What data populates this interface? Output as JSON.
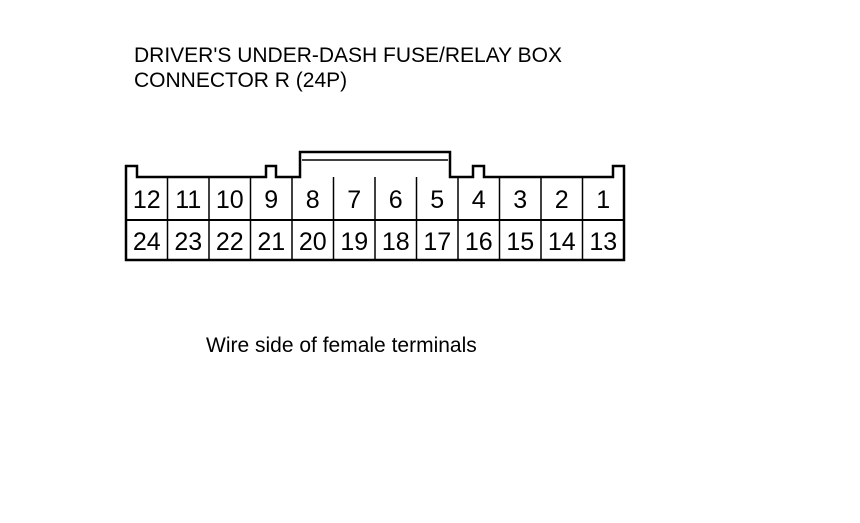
{
  "title": {
    "line1": "DRIVER'S UNDER-DASH FUSE/RELAY BOX",
    "line2": "CONNECTOR R (24P)"
  },
  "connector": {
    "top_row": [
      "12",
      "11",
      "10",
      "9",
      "8",
      "7",
      "6",
      "5",
      "4",
      "3",
      "2",
      "1"
    ],
    "bottom_row": [
      "24",
      "23",
      "22",
      "21",
      "20",
      "19",
      "18",
      "17",
      "16",
      "15",
      "14",
      "13"
    ]
  },
  "caption": "Wire side of female terminals"
}
